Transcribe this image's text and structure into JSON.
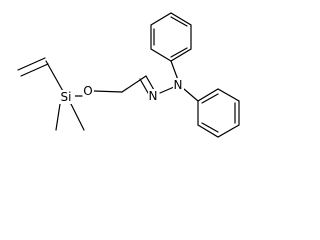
{
  "structure": {
    "atoms": {
      "si": "Si",
      "o": "O",
      "n_imine": "N",
      "n_amine": "N"
    },
    "groups": {
      "vinyl_on_si": "vinyl",
      "methyls_on_si": 2,
      "phenyls_on_n": 2
    }
  },
  "colors": {
    "bond": "#000000",
    "label": "#000000",
    "background": "#ffffff"
  }
}
